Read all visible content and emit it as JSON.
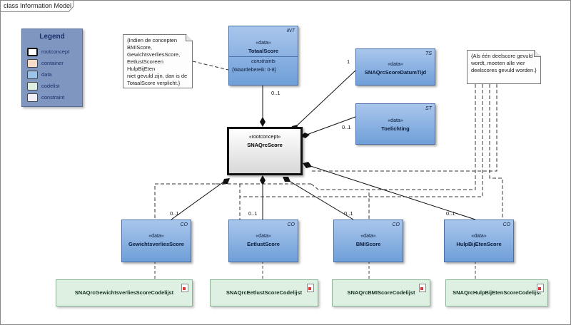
{
  "diagram_title": "class Information Model",
  "legend": {
    "title": "Legend",
    "items": [
      {
        "label": "rootconcept",
        "color": "#ffffff"
      },
      {
        "label": "container",
        "color": "#f6dcc8"
      },
      {
        "label": "data",
        "color": "#9cc3ea"
      },
      {
        "label": "codelist",
        "color": "#ddf0e2"
      },
      {
        "label": "constraint",
        "color": "#f0eef6"
      }
    ]
  },
  "root": {
    "stereotype": "«rootconcept»",
    "name": "SNAQrcScore"
  },
  "classes": {
    "totaal": {
      "stereotype": "«data»",
      "name": "TotaalScore",
      "tag": "INT",
      "constraints_label": "constraints",
      "constraint": "{Waardebereik: 0-8}"
    },
    "datum": {
      "stereotype": "«data»",
      "name": "SNAQrcScoreDatumTijd",
      "tag": "TS"
    },
    "toelichting": {
      "stereotype": "«data»",
      "name": "Toelichting",
      "tag": "ST"
    },
    "gewicht": {
      "stereotype": "«data»",
      "name": "GewichtsverliesScore",
      "tag": "CO"
    },
    "eetlust": {
      "stereotype": "«data»",
      "name": "EetlustScore",
      "tag": "CO"
    },
    "bmi": {
      "stereotype": "«data»",
      "name": "BMIScore",
      "tag": "CO"
    },
    "hulp": {
      "stereotype": "«data»",
      "name": "HulpBijEtenScore",
      "tag": "CO"
    }
  },
  "codelists": {
    "gewicht": "SNAQrcGewichtsverliesScoreCodelijst",
    "eetlust": "SNAQrcEetlustScoreCodelijst",
    "bmi": "SNAQrcBMIScoreCodelijst",
    "hulp": "SNAQrcHulpBijEtenScoreCodelijst"
  },
  "notes": {
    "left": [
      "{Indien de concepten",
      "BMIScore,",
      "GewichtsverliesScore,",
      "EetlustScoreen HulpBijEten",
      "niet gevuld zijn, dan is de",
      "TotaalScore verplicht.}"
    ],
    "right": [
      "{Als één deelscore gevuld",
      "wordt, moeten alle vier",
      "deelscores gevuld worden.}"
    ]
  },
  "multiplicities": {
    "totaal": "0..1",
    "datum": "1",
    "toelichting": "0..1",
    "gewicht": "0..1",
    "eetlust": "0..1",
    "bmi": "0..1",
    "hulp": "0..1"
  }
}
